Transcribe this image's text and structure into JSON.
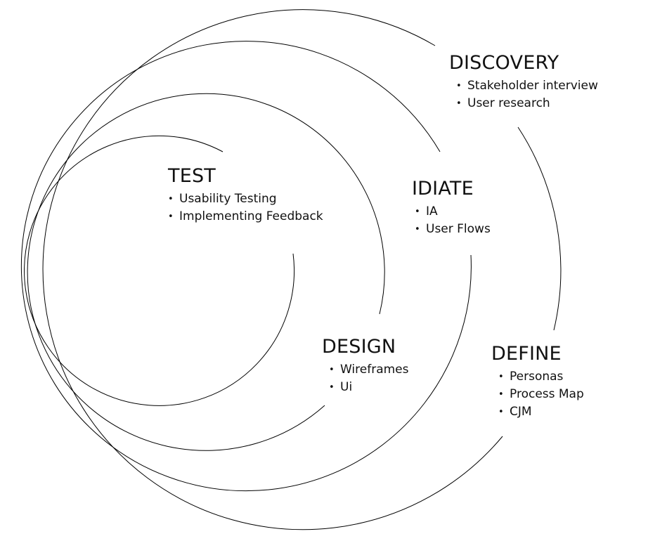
{
  "diagram": {
    "stages": [
      {
        "id": "discovery",
        "title": "DISCOVERY",
        "items": [
          "Stakeholder interview",
          "User research"
        ]
      },
      {
        "id": "idiate",
        "title": "IDIATE",
        "items": [
          "IA",
          "User Flows"
        ]
      },
      {
        "id": "test",
        "title": "TEST",
        "items": [
          "Usability Testing",
          "Implementing Feedback"
        ]
      },
      {
        "id": "design",
        "title": "DESIGN",
        "items": [
          "Wireframes",
          "Ui"
        ]
      },
      {
        "id": "define",
        "title": "DEFINE",
        "items": [
          "Personas",
          "Process Map",
          "CJM"
        ]
      }
    ]
  }
}
